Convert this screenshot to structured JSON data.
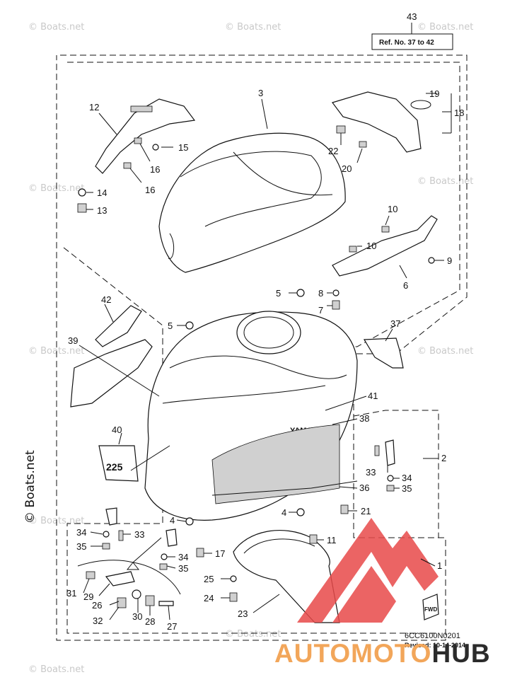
{
  "diagram": {
    "ref_note": "Ref. No. 37 to 42",
    "drawing_code": "6CC6100N0201",
    "revised": "Revised: 10-14-2014",
    "fwd_label": "FWD",
    "cowl_badge": "225",
    "cowl_brand": "YAMAHA",
    "watermark": "© Boats.net",
    "side_watermark": "© Boats.net",
    "brand_part1": "AUTOMOTO",
    "brand_part2": "HUB",
    "brand_color_light": "#f2a65a",
    "brand_color_dark": "#2b2b2b",
    "logo_color": "#e84a4a"
  },
  "labels": [
    {
      "id": "l43",
      "text": "43"
    },
    {
      "id": "l3",
      "text": "3"
    },
    {
      "id": "l12",
      "text": "12"
    },
    {
      "id": "l19",
      "text": "19"
    },
    {
      "id": "l18",
      "text": "18"
    },
    {
      "id": "l15",
      "text": "15"
    },
    {
      "id": "l16a",
      "text": "16"
    },
    {
      "id": "l16b",
      "text": "16"
    },
    {
      "id": "l22",
      "text": "22"
    },
    {
      "id": "l20",
      "text": "20"
    },
    {
      "id": "l14",
      "text": "14"
    },
    {
      "id": "l13",
      "text": "13"
    },
    {
      "id": "l10a",
      "text": "10"
    },
    {
      "id": "l10b",
      "text": "10"
    },
    {
      "id": "l9",
      "text": "9"
    },
    {
      "id": "l6",
      "text": "6"
    },
    {
      "id": "l5a",
      "text": "5"
    },
    {
      "id": "l8",
      "text": "8"
    },
    {
      "id": "l7",
      "text": "7"
    },
    {
      "id": "l42",
      "text": "42"
    },
    {
      "id": "l5b",
      "text": "5"
    },
    {
      "id": "l37",
      "text": "37"
    },
    {
      "id": "l39",
      "text": "39"
    },
    {
      "id": "l41",
      "text": "41"
    },
    {
      "id": "l38",
      "text": "38"
    },
    {
      "id": "l40",
      "text": "40"
    },
    {
      "id": "l2",
      "text": "2"
    },
    {
      "id": "l33a",
      "text": "33"
    },
    {
      "id": "l34a",
      "text": "34"
    },
    {
      "id": "l36",
      "text": "36"
    },
    {
      "id": "l35a",
      "text": "35"
    },
    {
      "id": "l4a",
      "text": "4"
    },
    {
      "id": "l4b",
      "text": "4"
    },
    {
      "id": "l21",
      "text": "21"
    },
    {
      "id": "l34b",
      "text": "34"
    },
    {
      "id": "l33b",
      "text": "33"
    },
    {
      "id": "l35b",
      "text": "35"
    },
    {
      "id": "l34c",
      "text": "34"
    },
    {
      "id": "l17",
      "text": "17"
    },
    {
      "id": "l11",
      "text": "11"
    },
    {
      "id": "l35c",
      "text": "35"
    },
    {
      "id": "l1",
      "text": "1"
    },
    {
      "id": "l25",
      "text": "25"
    },
    {
      "id": "l31",
      "text": "31"
    },
    {
      "id": "l29",
      "text": "29"
    },
    {
      "id": "l24",
      "text": "24"
    },
    {
      "id": "l26",
      "text": "26"
    },
    {
      "id": "l28",
      "text": "28"
    },
    {
      "id": "l30",
      "text": "30"
    },
    {
      "id": "l32",
      "text": "32"
    },
    {
      "id": "l27",
      "text": "27"
    },
    {
      "id": "l23",
      "text": "23"
    }
  ]
}
